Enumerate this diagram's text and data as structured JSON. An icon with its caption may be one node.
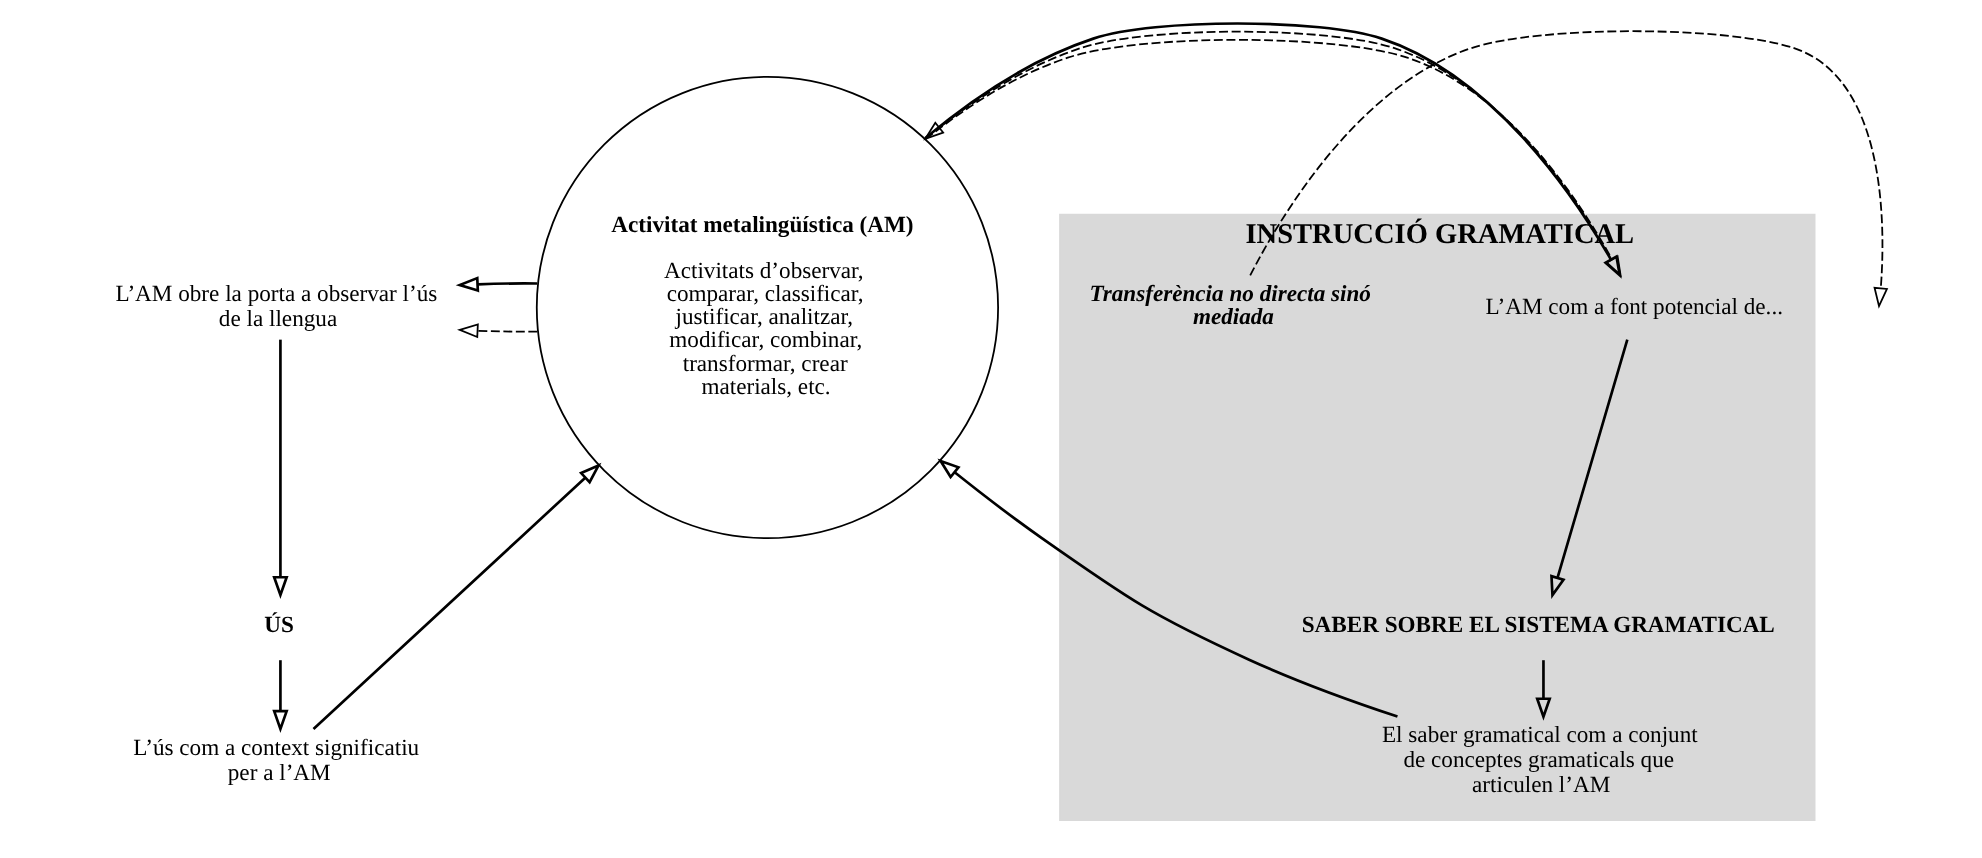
{
  "diagram": {
    "nodes": [
      {
        "text": [
          "INSTRUCCIÓ GRAMATICAL"
        ]
      },
      {
        "text": [
          "L’AM com a font potencial de..."
        ],
        "in": 0
      },
      {
        "text": [
          "SABER SOBRE EL SISTEMA GRAMATICAL"
        ],
        "in": 0
      },
      {
        "text": [
          "El saber gramatical com a conjunt de conceptes gramaticals que articulen l’AM"
        ],
        "in": 0
      },
      {
        "text": [
          "Transferència no directa sinó mediada"
        ],
        "in": 0
      },
      {
        "text": [
          "Activitat metalingüística (AM)",
          "Activitats d’observar, comparar, classificar, justificar, analitzar, modificar, combinar, transformar, crear materials, etc."
        ]
      },
      {
        "text": [
          "L’AM obre la porta a observar l’ús de la llengua"
        ]
      },
      {
        "text": [
          "ÚS"
        ]
      },
      {
        "text": [
          "L’ús com a context significatiu per a l’AM"
        ]
      }
    ],
    "edges": [
      {
        "from": 0,
        "to": 5,
        "arrow": "to",
        "style": "dashed"
      },
      {
        "from": 5,
        "to": 6,
        "arrow": "to",
        "style": "dashed"
      },
      {
        "from": 5,
        "to": 1,
        "arrow": "to",
        "style": "dashed"
      },
      {
        "from": 5,
        "to": 6,
        "arrow": "to"
      },
      {
        "from": 6,
        "to": 7,
        "arrow": "to"
      },
      {
        "from": 7,
        "to": 8,
        "arrow": "to"
      },
      {
        "from": 8,
        "to": 5,
        "arrow": "to"
      },
      {
        "from": 5,
        "to": 1,
        "arrow": "to"
      },
      {
        "from": 1,
        "to": 2,
        "arrow": "to"
      },
      {
        "from": 2,
        "to": 3,
        "arrow": "to"
      },
      {
        "from": 3,
        "to": 5,
        "arrow": "to"
      },
      {
        "from": 4,
        "to": null,
        "arrow": "to",
        "style": "dashed"
      }
    ]
  }
}
